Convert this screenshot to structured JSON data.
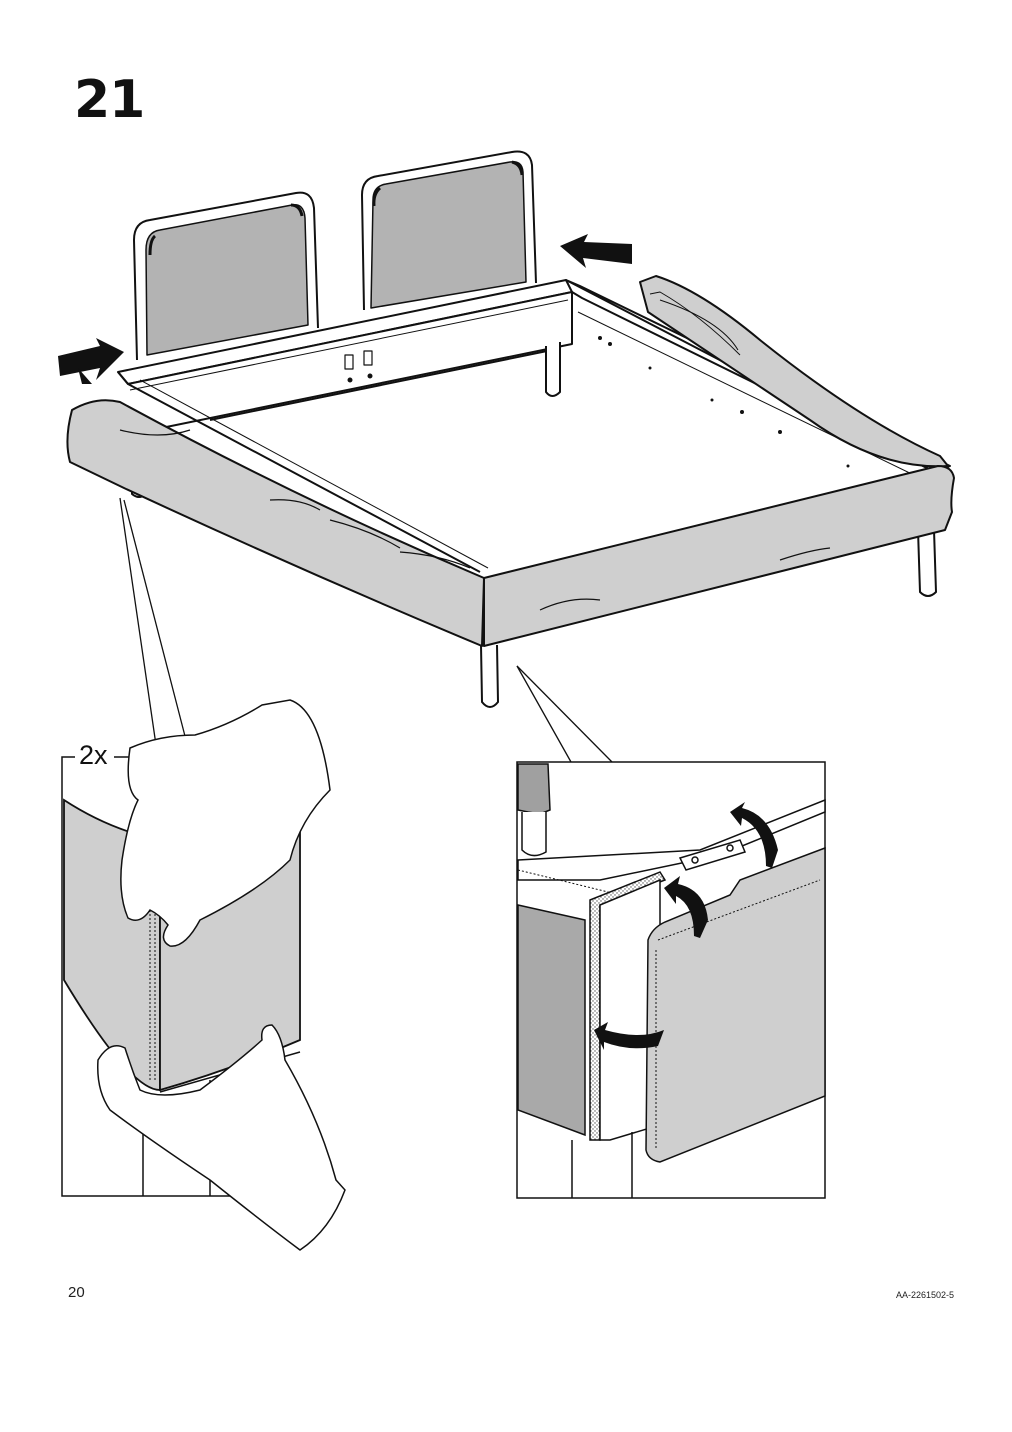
{
  "step": {
    "number": "21"
  },
  "callout_left": {
    "quantity": "2x"
  },
  "footer": {
    "page_number": "20",
    "document_code": "AA-2261502-5"
  },
  "colors": {
    "fabric": "#cfcfcf",
    "fabric_dark": "#a9a9a9",
    "headboard": "#b3b3b3",
    "line": "#111111"
  },
  "icons": [
    "arrow-left-top-icon",
    "arrow-right-left-icon",
    "curved-arrow-icon"
  ]
}
